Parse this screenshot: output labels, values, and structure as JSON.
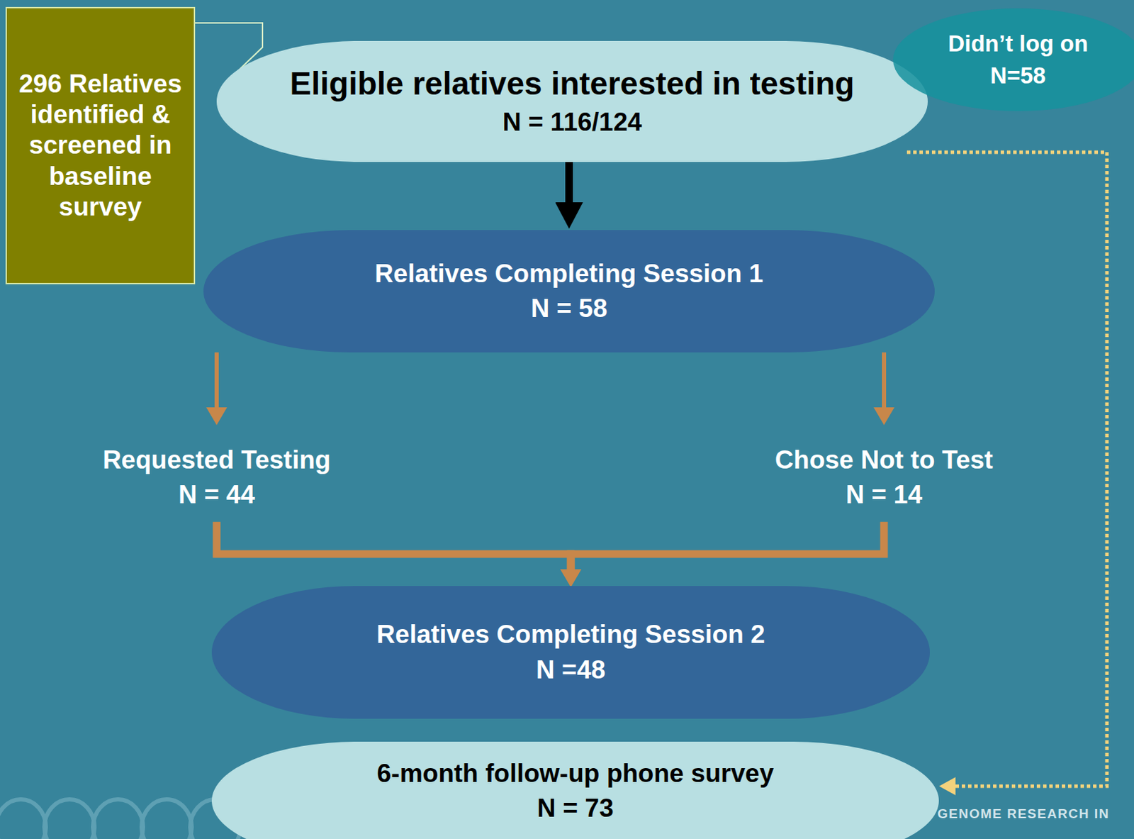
{
  "diagram": {
    "nodes": [
      {
        "text": [
          "296 Relatives identified & screened in baseline survey"
        ]
      },
      {
        "text": [
          "Eligible relatives interested in testing",
          "N = 116/124"
        ]
      },
      {
        "text": [
          "Didn’t log on",
          "N=58"
        ]
      },
      {
        "text": [
          "Relatives Completing Session 1",
          "N = 58"
        ]
      },
      {
        "text": [
          "Requested Testing",
          "N = 44"
        ]
      },
      {
        "text": [
          "Chose Not to Test",
          "N = 14"
        ]
      },
      {
        "text": [
          "Relatives Completing Session 2",
          "N =48"
        ]
      },
      {
        "text": [
          "6-month follow-up phone survey",
          "N = 73"
        ]
      }
    ],
    "edges": [
      {
        "from": 0,
        "to": 1,
        "arrow": "none"
      },
      {
        "from": 1,
        "to": 3,
        "arrow": "to"
      },
      {
        "from": 3,
        "to": 4,
        "arrow": "to"
      },
      {
        "from": 3,
        "to": 5,
        "arrow": "to"
      },
      {
        "from": 4,
        "to": 6,
        "arrow": "to"
      },
      {
        "from": 5,
        "to": 6,
        "arrow": "to"
      },
      {
        "from": 1,
        "to": 7,
        "arrow": "to"
      }
    ],
    "labels": [
      "GENOME RESEARCH IN"
    ]
  }
}
